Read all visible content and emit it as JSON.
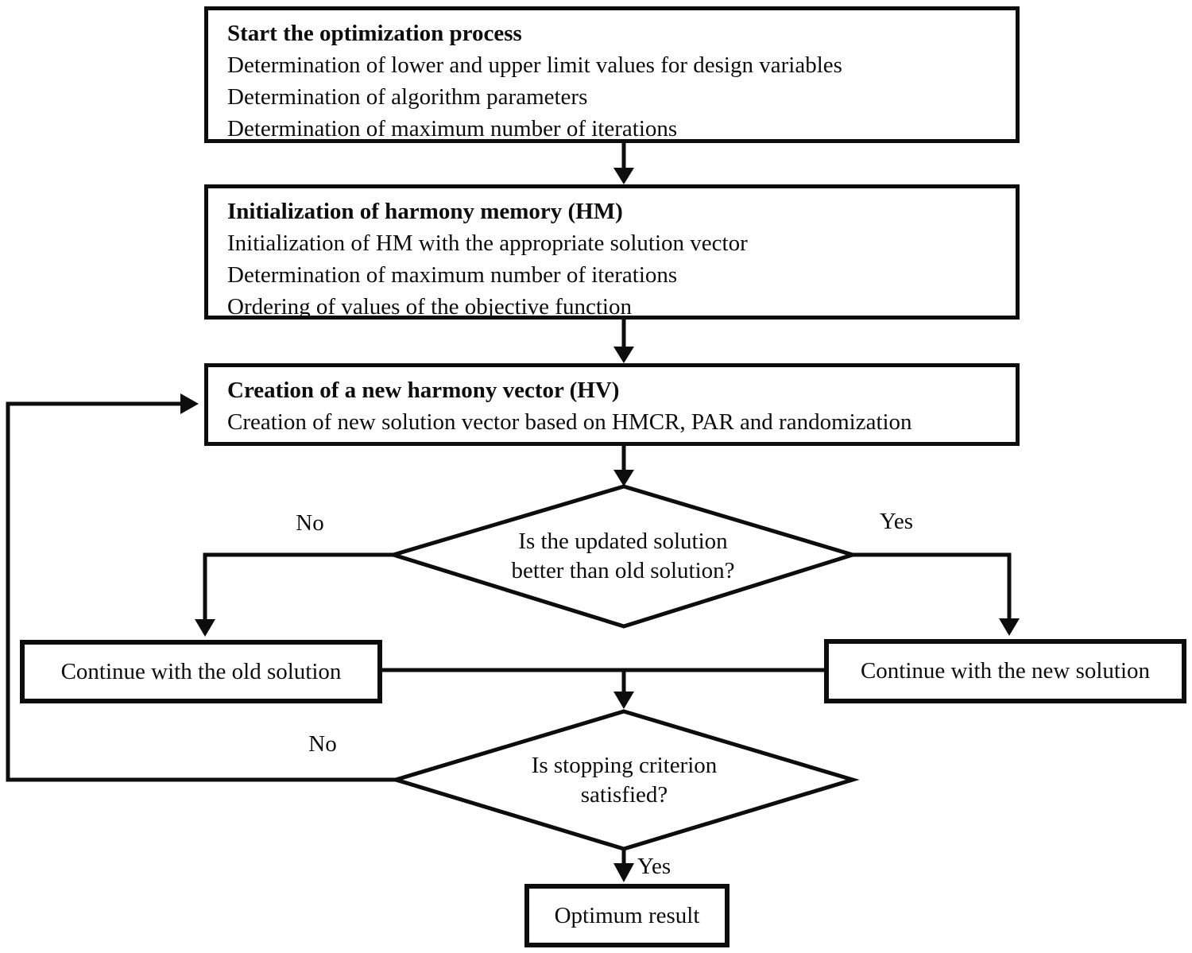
{
  "diagram": {
    "boxes": {
      "start": {
        "heading": "Start the optimization process",
        "lines": [
          "Determination of lower and upper limit values for design variables",
          "Determination of algorithm parameters",
          "Determination of maximum number of iterations"
        ]
      },
      "init": {
        "heading": "Initialization of harmony memory (HM)",
        "lines": [
          "Initialization of HM with the appropriate solution vector",
          "Determination of maximum number of iterations",
          "Ordering of values of the objective function"
        ]
      },
      "create": {
        "heading": "Creation of a new harmony vector (HV)",
        "lines": [
          "Creation of new solution vector based on HMCR, PAR and randomization"
        ]
      },
      "continue_old": {
        "label": "Continue with the old solution"
      },
      "continue_new": {
        "label": "Continue with the new solution"
      },
      "optimum": {
        "label": "Optimum result"
      }
    },
    "decisions": {
      "updated_better": {
        "lines": [
          "Is the updated solution",
          "better than old solution?"
        ]
      },
      "stopping": {
        "lines": [
          "Is stopping criterion",
          "satisfied?"
        ]
      }
    },
    "edge_labels": {
      "better_no": "No",
      "better_yes": "Yes",
      "stopping_no": "No",
      "stopping_yes": "Yes"
    },
    "colors": {
      "line": "#0d0d0d",
      "background": "#ffffff",
      "text": "#0d0d0d"
    }
  }
}
